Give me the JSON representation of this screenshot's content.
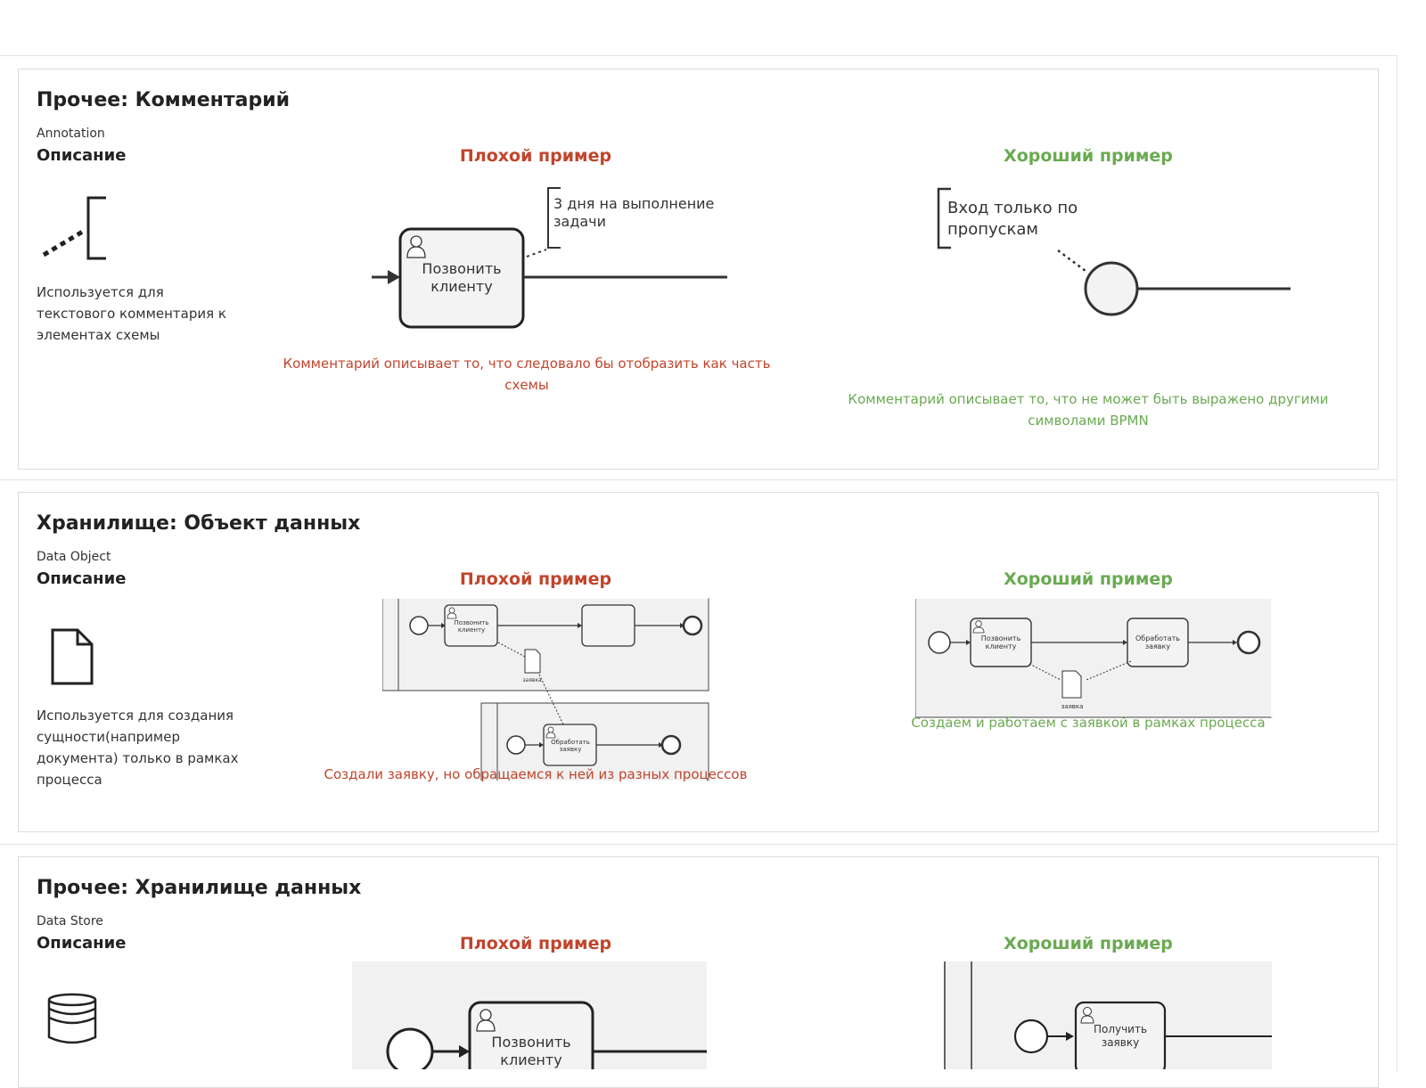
{
  "sections": [
    {
      "title": "Прочее: Комментарий",
      "subtitle": "Annotation",
      "desc_heading": "Описание",
      "desc_text": "Используется для текстового комментария к элементах схемы",
      "bad_heading": "Плохой пример",
      "bad_caption": "Комментарий описывает то, что следовало бы отобразить как часть схемы",
      "bad_diagram": {
        "task": [
          "Позвонить",
          "клиенту"
        ],
        "note": [
          "3 дня на выполнение",
          "задачи"
        ]
      },
      "good_heading": "Хороший пример",
      "good_caption": "Комментарий описывает то, что не может быть выражено другими символами BPMN",
      "good_diagram": {
        "note": [
          "Вход только по",
          "пропускам"
        ]
      }
    },
    {
      "title": "Хранилище: Объект данных",
      "subtitle": "Data Object",
      "desc_heading": "Описание",
      "desc_text": "Используется для создания сущности(например документа) только в рамках процесса",
      "bad_heading": "Плохой пример",
      "bad_caption": "Создали заявку, но обращаемся к ней из разных процессов",
      "bad_diagram": {
        "task1": [
          "Позвонить",
          "клиенту"
        ],
        "task2": [
          "Обработать",
          "заявку"
        ],
        "doc": "заявка"
      },
      "good_heading": "Хороший пример",
      "good_caption": "Создаем и работаем с заявкой в рамках процесса",
      "good_diagram": {
        "task1": [
          "Позвонить",
          "клиенту"
        ],
        "task2": [
          "Обработать",
          "заявку"
        ],
        "doc": "заявка"
      }
    },
    {
      "title": "Прочее: Хранилище данных",
      "subtitle": "Data Store",
      "desc_heading": "Описание",
      "bad_heading": "Плохой пример",
      "bad_diagram": {
        "task": [
          "Позвонить",
          "клиенту"
        ]
      },
      "good_heading": "Хороший пример",
      "good_diagram": {
        "task": [
          "Получить",
          "заявку"
        ]
      }
    }
  ]
}
